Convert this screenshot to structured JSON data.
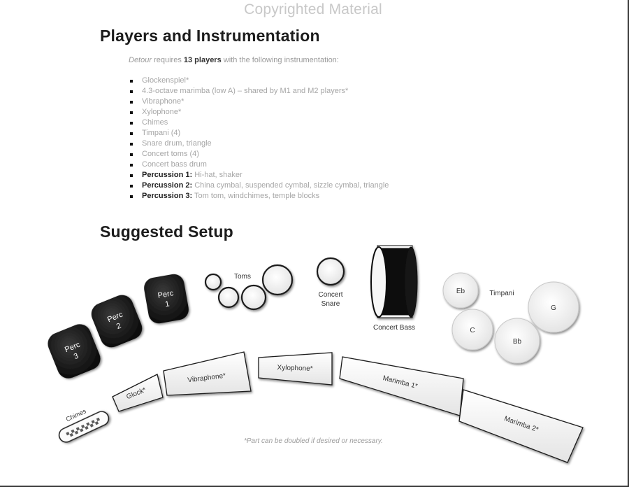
{
  "watermark": "Copyrighted Material",
  "section1": {
    "title": "Players and Instrumentation",
    "intro": {
      "work": "Detour",
      "pre": " requires ",
      "count": "13 players",
      "post": " with the following instrumentation:"
    },
    "items": [
      {
        "label": "",
        "text": "Glockenspiel*"
      },
      {
        "label": "",
        "text": "4.3-octave marimba (low A) – shared by M1 and M2 players*"
      },
      {
        "label": "",
        "text": "Vibraphone*"
      },
      {
        "label": "",
        "text": "Xylophone*"
      },
      {
        "label": "",
        "text": "Chimes"
      },
      {
        "label": "",
        "text": "Timpani (4)"
      },
      {
        "label": "",
        "text": "Snare drum, triangle"
      },
      {
        "label": "",
        "text": "Concert toms (4)"
      },
      {
        "label": "",
        "text": "Concert bass drum"
      },
      {
        "label": "Percussion 1:",
        "text": " Hi-hat, shaker"
      },
      {
        "label": "Percussion 2:",
        "text": " China cymbal, suspended cymbal, sizzle cymbal, triangle"
      },
      {
        "label": "Percussion 3:",
        "text": " Tom tom, windchimes, temple blocks"
      }
    ]
  },
  "section2": {
    "title": "Suggested Setup",
    "diagram": {
      "perc": [
        {
          "line1": "Perc",
          "line2": "3"
        },
        {
          "line1": "Perc",
          "line2": "2"
        },
        {
          "line1": "Perc",
          "line2": "1"
        }
      ],
      "toms_label": "Toms",
      "snare_label": [
        "Concert",
        "Snare"
      ],
      "bass_label": "Concert Bass",
      "timpani_label": "Timpani",
      "timpani_notes": [
        "Eb",
        "C",
        "Bb",
        "G"
      ],
      "chimes": "Chimes",
      "glock": "Glock*",
      "vibraphone": "Vibraphone*",
      "xylophone": "Xylophone*",
      "marimba1": "Marimba 1*",
      "marimba2": "Marimba 2*"
    },
    "footnote": "*Part can be doubled if desired or necessary."
  }
}
